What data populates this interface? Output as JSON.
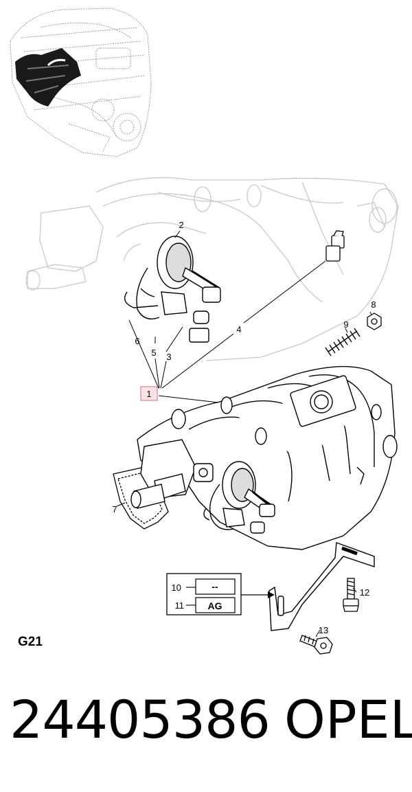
{
  "group_code": "G21",
  "part_number": "24405386",
  "brand": "OPEL",
  "callouts": [
    "1",
    "2",
    "3",
    "4",
    "5",
    "6",
    "7",
    "8",
    "9",
    "10",
    "11",
    "12",
    "13"
  ],
  "variant_box": {
    "row_10": "--",
    "row_11": "AG"
  },
  "highlight_color": "#e8a0a8"
}
